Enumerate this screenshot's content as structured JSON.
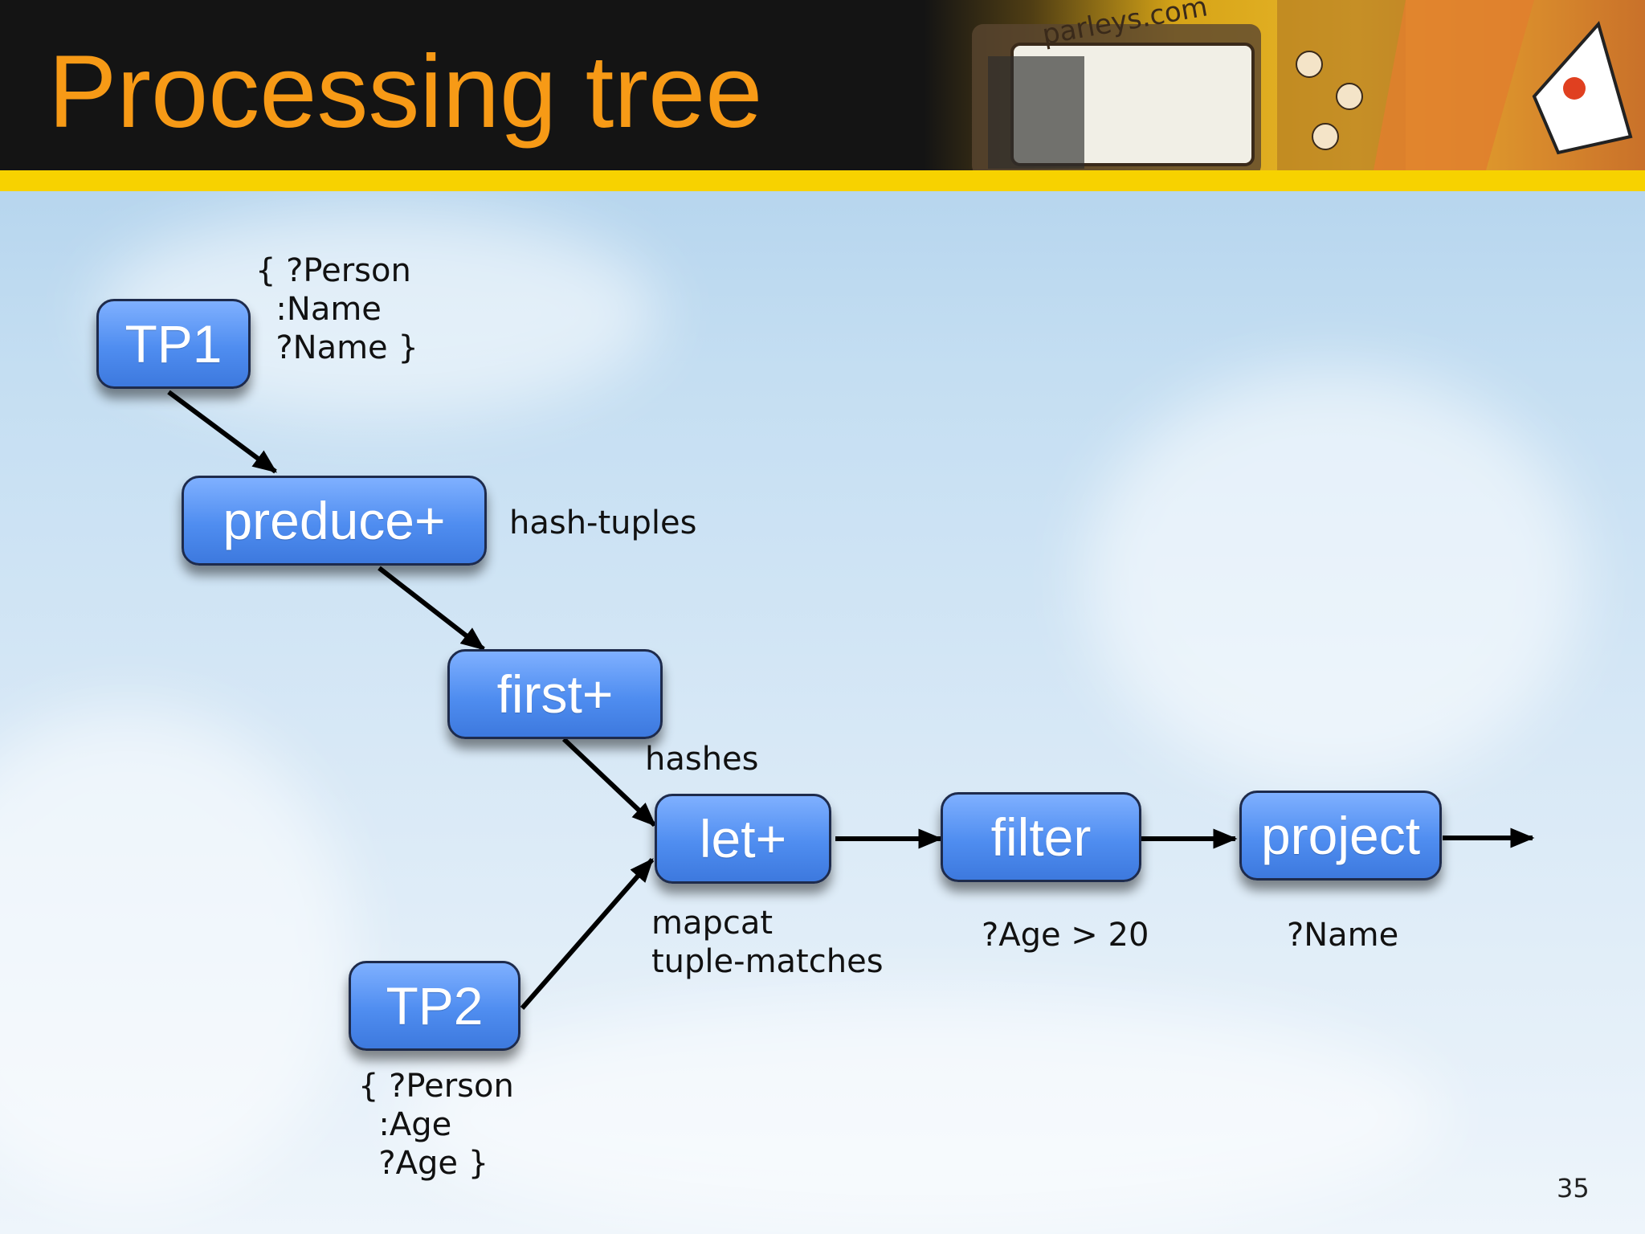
{
  "slide": {
    "title": "Processing tree",
    "page_number": "35",
    "header_art_text": "parleys.com"
  },
  "nodes": {
    "tp1": "TP1",
    "preduce": "preduce+",
    "first": "first+",
    "let": "let+",
    "filter": "filter",
    "project": "project",
    "tp2": "TP2"
  },
  "annotations": {
    "tp1_pattern": "{ ?Person\n  :Name\n  ?Name }",
    "preduce_fn": "hash-tuples",
    "first_output": "hashes",
    "let_fn": "mapcat\ntuple-matches",
    "filter_expr": "?Age > 20",
    "project_expr": "?Name",
    "tp2_pattern": "{ ?Person\n  :Age\n  ?Age }"
  },
  "colors": {
    "title": "#f79a16",
    "header_background": "#141414",
    "header_stripe": "#f7d200",
    "node_fill": "#4f8df0",
    "node_border": "#1e2b4c",
    "arrow": "#000000"
  }
}
